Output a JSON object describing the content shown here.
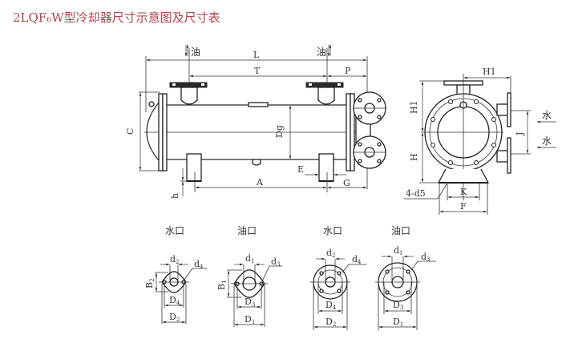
{
  "title": "2LQF₆W型冷却器尺寸示意图及尺寸表",
  "title_color": "#b0444c",
  "main_view": {
    "dimension_labels": {
      "L": "L",
      "T": "T",
      "P": "P",
      "C": "C",
      "Dg": "Dg",
      "A": "A",
      "E": "E",
      "G": "G",
      "h": "h"
    },
    "oil_left": "油",
    "oil_right": "油"
  },
  "side_view": {
    "dimension_labels": {
      "H1_top": "H1",
      "H1_side": "H1",
      "H": "H",
      "J": "J",
      "K": "K",
      "F": "F",
      "bolt": "4-d5"
    },
    "water_in": "水",
    "water_out": "水"
  },
  "details": [
    {
      "caption": "水口",
      "shape": "oval",
      "labels": {
        "top": "d",
        "top_sub": "2",
        "bolt": "d",
        "bolt_sub": "4",
        "height": "B",
        "height_sub": "2",
        "inner": "D",
        "inner_sub": "4",
        "outer": "D",
        "outer_sub": "2"
      }
    },
    {
      "caption": "油口",
      "shape": "oval",
      "labels": {
        "top": "d",
        "top_sub": "1",
        "bolt": "d",
        "bolt_sub": "3",
        "height": "B",
        "height_sub": "1",
        "inner": "D",
        "inner_sub": "3",
        "outer": "D",
        "outer_sub": "1"
      }
    },
    {
      "caption": "水口",
      "shape": "round",
      "labels": {
        "top": "d",
        "top_sub": "2",
        "bolt": "d",
        "bolt_sub": "4",
        "inner": "D",
        "inner_sub": "4",
        "outer": "D",
        "outer_sub": "2"
      }
    },
    {
      "caption": "油口",
      "shape": "round",
      "labels": {
        "top": "d",
        "top_sub": "1",
        "bolt": "d",
        "bolt_sub": "3",
        "inner": "D",
        "inner_sub": "3",
        "outer": "D",
        "outer_sub": "1"
      }
    }
  ]
}
